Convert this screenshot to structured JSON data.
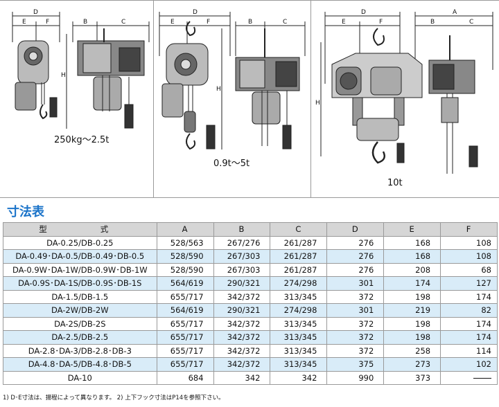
{
  "captions": {
    "panel1": "250kg～2.5t",
    "panel2": "0.9t～5t",
    "panel3": "10t"
  },
  "dimension_letters": [
    "A",
    "B",
    "C",
    "D",
    "E",
    "F",
    "H"
  ],
  "section_title": "寸法表",
  "colors": {
    "title": "#1a73c9",
    "row_alt": "#d9ecf8",
    "header": "#d6d6d6"
  },
  "table": {
    "headers": [
      "型　　式",
      "A",
      "B",
      "C",
      "D",
      "E",
      "F"
    ],
    "rows": [
      [
        "DA-0.25/DB-0.25",
        "528/563",
        "267/276",
        "261/287",
        "276",
        "168",
        "108"
      ],
      [
        "DA-0.49･DA-0.5/DB-0.49･DB-0.5",
        "528/590",
        "267/303",
        "261/287",
        "276",
        "168",
        "108"
      ],
      [
        "DA-0.9W･DA-1W/DB-0.9W･DB-1W",
        "528/590",
        "267/303",
        "261/287",
        "276",
        "208",
        "68"
      ],
      [
        "DA-0.9S･DA-1S/DB-0.9S･DB-1S",
        "564/619",
        "290/321",
        "274/298",
        "301",
        "174",
        "127"
      ],
      [
        "DA-1.5/DB-1.5",
        "655/717",
        "342/372",
        "313/345",
        "372",
        "198",
        "174"
      ],
      [
        "DA-2W/DB-2W",
        "564/619",
        "290/321",
        "274/298",
        "301",
        "219",
        "82"
      ],
      [
        "DA-2S/DB-2S",
        "655/717",
        "342/372",
        "313/345",
        "372",
        "198",
        "174"
      ],
      [
        "DA-2.5/DB-2.5",
        "655/717",
        "342/372",
        "313/345",
        "372",
        "198",
        "174"
      ],
      [
        "DA-2.8･DA-3/DB-2.8･DB-3",
        "655/717",
        "342/372",
        "313/345",
        "372",
        "258",
        "114"
      ],
      [
        "DA-4.8･DA-5/DB-4.8･DB-5",
        "655/717",
        "342/372",
        "313/345",
        "375",
        "273",
        "102"
      ],
      [
        "DA-10",
        "684",
        "342",
        "342",
        "990",
        "373",
        ""
      ]
    ]
  },
  "footnote": "1) D･E寸法は、揚程によって異なります。 2) 上下フック寸法はP14を参照下さい。"
}
